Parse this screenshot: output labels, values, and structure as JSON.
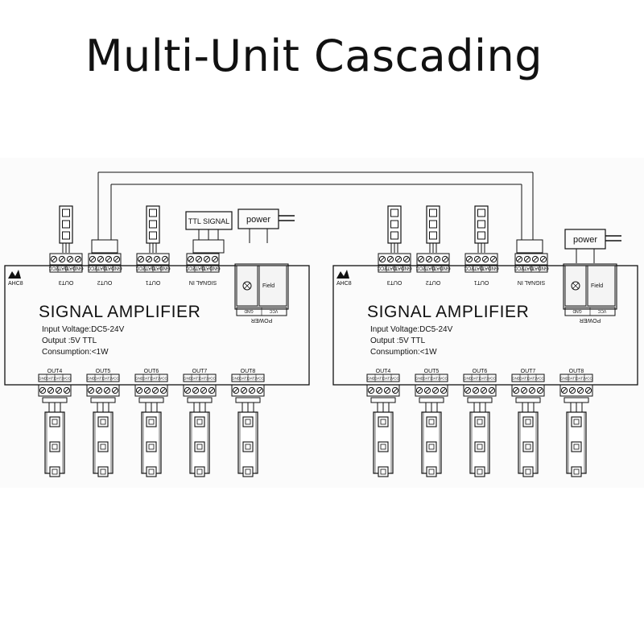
{
  "title": "Multi-Unit Cascading",
  "unit": {
    "brand": "AHC8",
    "name": "SIGNAL AMPLIFIER",
    "spec_voltage": "Input Voltage:DC5-24V",
    "spec_output": "Output :5V  TTL",
    "spec_consumption": "Consumption:<1W",
    "top_ports": [
      "OUT3",
      "OUT2",
      "OUT1",
      "SIGNAL IN"
    ],
    "bottom_ports": [
      "OUT4",
      "OUT5",
      "OUT6",
      "OUT7",
      "OUT8"
    ],
    "bottom_pins": [
      "GND",
      "DAT1",
      "DAT2",
      "VCC"
    ],
    "top_pins": [
      "VCC",
      "DAT2",
      "DAT1",
      "GND"
    ],
    "power_label": "POWER",
    "power_pins": [
      "VCC",
      "GND"
    ],
    "field_label": "Field"
  },
  "callouts": {
    "ttl_signal": "TTL SIGNAL",
    "power": "power"
  },
  "colors": {
    "line": "#111111",
    "shade": "#f2f2f2"
  }
}
